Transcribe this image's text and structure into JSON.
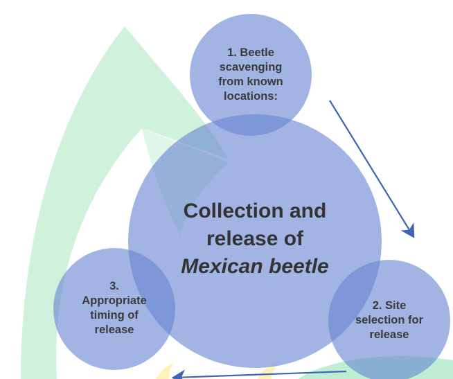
{
  "diagram": {
    "center": {
      "line1": "Collection and",
      "line2": "release of",
      "line3": "Mexican  beetle"
    },
    "steps": [
      {
        "label": "1. Beetle\nscavenging\nfrom known\nlocations:"
      },
      {
        "label": "2. Site\nselection for\nrelease"
      },
      {
        "label": "3.\nAppropriate\ntiming of\nrelease"
      }
    ],
    "colors": {
      "circle_fill": "#6886d2",
      "arrow": "#3f63b5",
      "watermark_green": "#c8f0d6",
      "watermark_yellow": "#fdf2b0"
    }
  }
}
